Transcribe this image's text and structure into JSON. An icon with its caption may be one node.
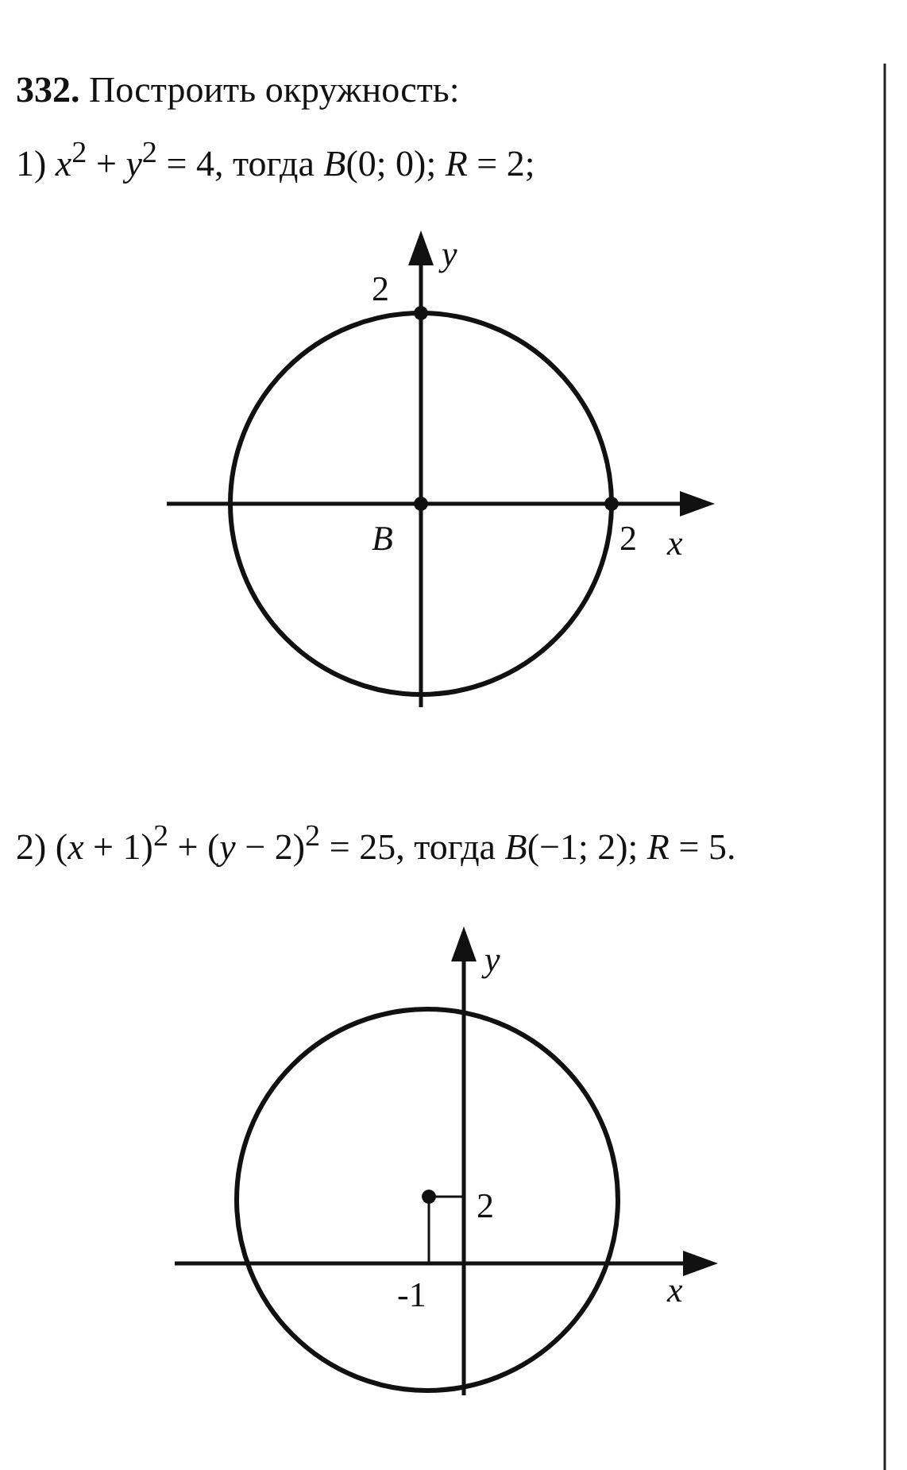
{
  "diagram": {
    "title": "**332.** Построить окружность:",
    "labels": [
      "1) *x*$^{2}$ + *y*$^{2}$ = 4, тогда *B*(0; 0); *R* = 2;",
      "y",
      "2",
      "B",
      "2",
      "x",
      "2) (*x* + 1)$^{2}$ + (*y* − 2)$^{2}$ = 25, тогда *B*(−1; 2); *R* = 5.",
      "y",
      "2",
      "-1",
      "x"
    ]
  }
}
